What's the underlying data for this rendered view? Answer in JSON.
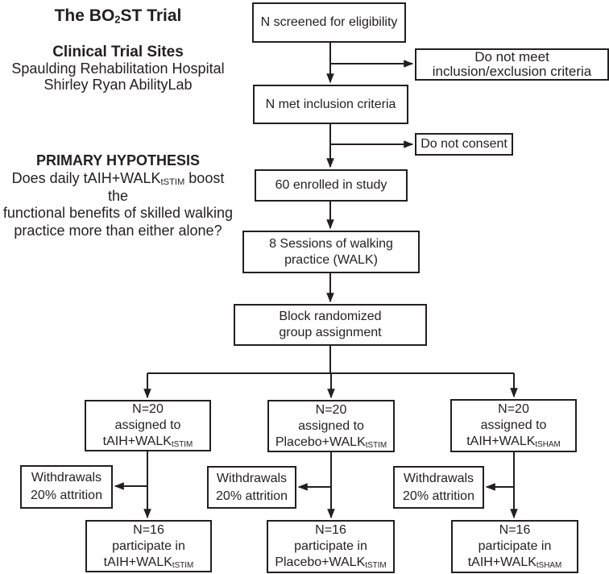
{
  "colors": {
    "ink": "#231f20",
    "background": "#ffffff"
  },
  "info_panel": {
    "trial_title": {
      "pre": "The BO",
      "sub": "2",
      "post": "ST Trial"
    },
    "sites_heading": "Clinical Trial Sites",
    "site_line1": "Spaulding Rehabilitation Hospital",
    "site_line2": "Shirley Ryan AbilityLab",
    "hypothesis_heading": "PRIMARY HYPOTHESIS",
    "hypothesis": {
      "line1_pre": "Does daily tAIH+WALK",
      "line1_sub": "tSTIM",
      "line1_post": " boost the",
      "line2": "functional benefits of skilled walking",
      "line3": "practice more than either alone?"
    }
  },
  "flowchart": {
    "screened": "N screened for eligibility",
    "not_meet": {
      "line1": "Do not meet",
      "line2": "inclusion/exclusion criteria"
    },
    "met": "N met inclusion criteria",
    "no_consent": "Do not consent",
    "enrolled": "60 enrolled in study",
    "sessions": {
      "line1": "8 Sessions of walking",
      "line2": "practice (WALK)"
    },
    "randomized": {
      "line1": "Block randomized",
      "line2": "group assignment"
    },
    "arms": [
      {
        "n": "N=20",
        "action": "assigned to",
        "label_main": "tAIH+WALK",
        "label_sub": "tSTIM"
      },
      {
        "n": "N=20",
        "action": "assigned to",
        "label_main": "Placebo+WALK",
        "label_sub": "tSTIM"
      },
      {
        "n": "N=20",
        "action": "assigned to",
        "label_main": "tAIH+WALK",
        "label_sub": "tSHAM"
      }
    ],
    "withdrawals": [
      {
        "line1": "Withdrawals",
        "line2": "20% attrition"
      },
      {
        "line1": "Withdrawals",
        "line2": "20% attrition"
      },
      {
        "line1": "Withdrawals",
        "line2": "20% attrition"
      }
    ],
    "outcomes": [
      {
        "n": "N=16",
        "action": "participate in",
        "label_main": "tAIH+WALK",
        "label_sub": "tSTIM"
      },
      {
        "n": "N=16",
        "action": "participate in",
        "label_main": "Placebo+WALK",
        "label_sub": "tSTIM"
      },
      {
        "n": "N=16",
        "action": "participate in",
        "label_main": "tAIH+WALK",
        "label_sub": "tSHAM"
      }
    ]
  }
}
